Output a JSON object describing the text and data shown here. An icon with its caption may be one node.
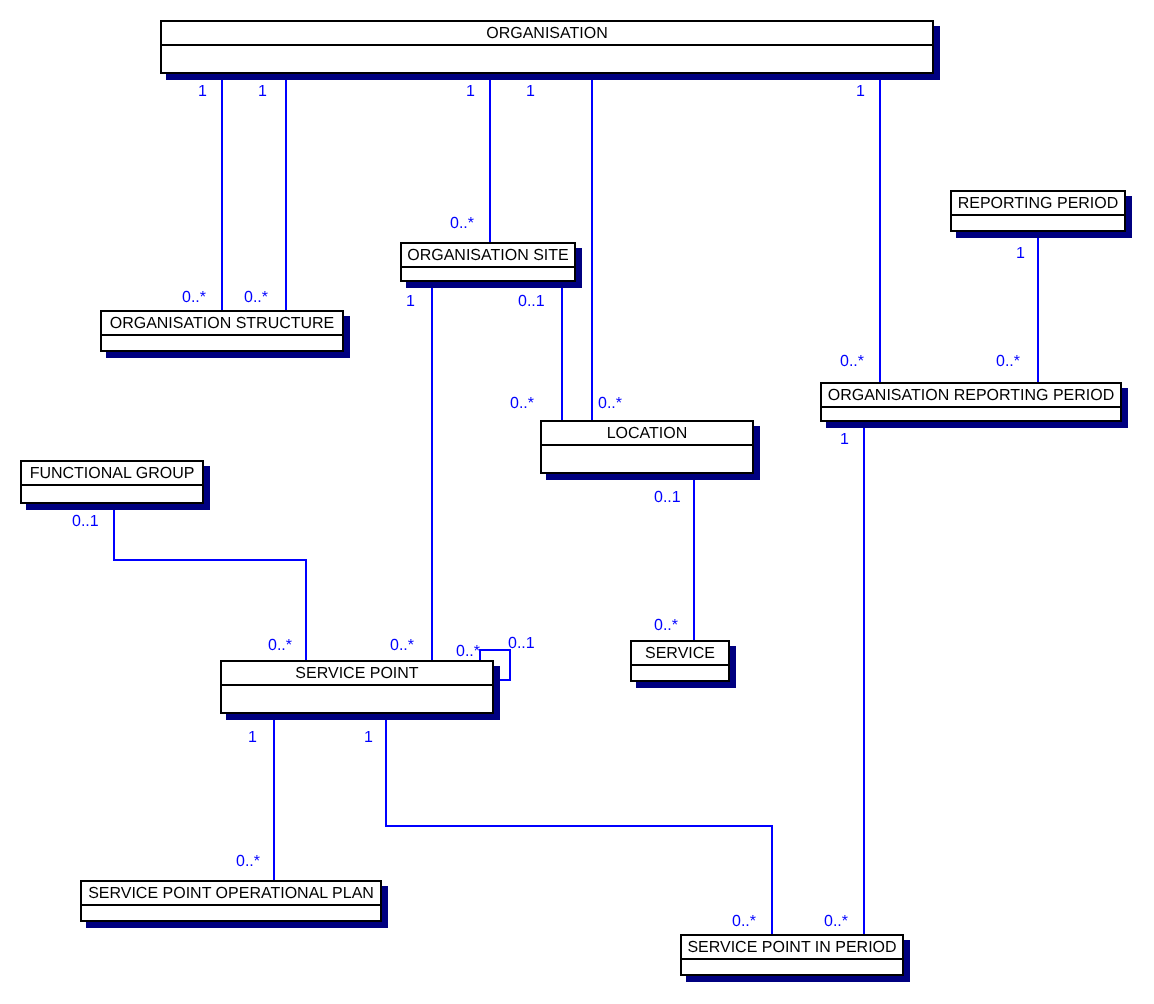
{
  "diagram": {
    "nodes": [
      {
        "text": [
          "ORGANISATION"
        ]
      },
      {
        "text": [
          "ORGANISATION STRUCTURE"
        ]
      },
      {
        "text": [
          "ORGANISATION SITE"
        ]
      },
      {
        "text": [
          "REPORTING PERIOD"
        ]
      },
      {
        "text": [
          "ORGANISATION REPORTING PERIOD"
        ]
      },
      {
        "text": [
          "FUNCTIONAL GROUP"
        ]
      },
      {
        "text": [
          "LOCATION"
        ]
      },
      {
        "text": [
          "SERVICE"
        ]
      },
      {
        "text": [
          "SERVICE POINT"
        ]
      },
      {
        "text": [
          "SERVICE POINT OPERATIONAL PLAN"
        ]
      },
      {
        "text": [
          "SERVICE POINT IN PERIOD"
        ]
      }
    ],
    "edges": [
      {
        "from": 0,
        "to": 1,
        "arrow": "none"
      },
      {
        "from": 0,
        "to": 1,
        "arrow": "none"
      },
      {
        "from": 0,
        "to": 2,
        "arrow": "none"
      },
      {
        "from": 0,
        "to": 6,
        "arrow": "none"
      },
      {
        "from": 2,
        "to": 6,
        "arrow": "none"
      },
      {
        "from": 0,
        "to": 4,
        "arrow": "none"
      },
      {
        "from": 3,
        "to": 4,
        "arrow": "none"
      },
      {
        "from": 5,
        "to": 8,
        "arrow": "none"
      },
      {
        "from": 2,
        "to": 8,
        "arrow": "none"
      },
      {
        "from": 8,
        "to": 8,
        "arrow": "none"
      },
      {
        "from": 6,
        "to": 7,
        "arrow": "none"
      },
      {
        "from": 4,
        "to": 10,
        "arrow": "none"
      },
      {
        "from": 8,
        "to": 9,
        "arrow": "none"
      },
      {
        "from": 8,
        "to": 10,
        "arrow": "none"
      }
    ],
    "labels": [
      "1",
      "1",
      "1",
      "1",
      "1",
      "0..*",
      "1",
      "0..*",
      "0..*",
      "1",
      "0..1",
      "0..*",
      "0..*",
      "0..*",
      "0..*",
      "1",
      "0..1",
      "0..1",
      "0..*",
      "0..*",
      "0..*",
      "0..*",
      "0..1",
      "1",
      "1",
      "0..*",
      "0..*",
      "0..*"
    ]
  }
}
